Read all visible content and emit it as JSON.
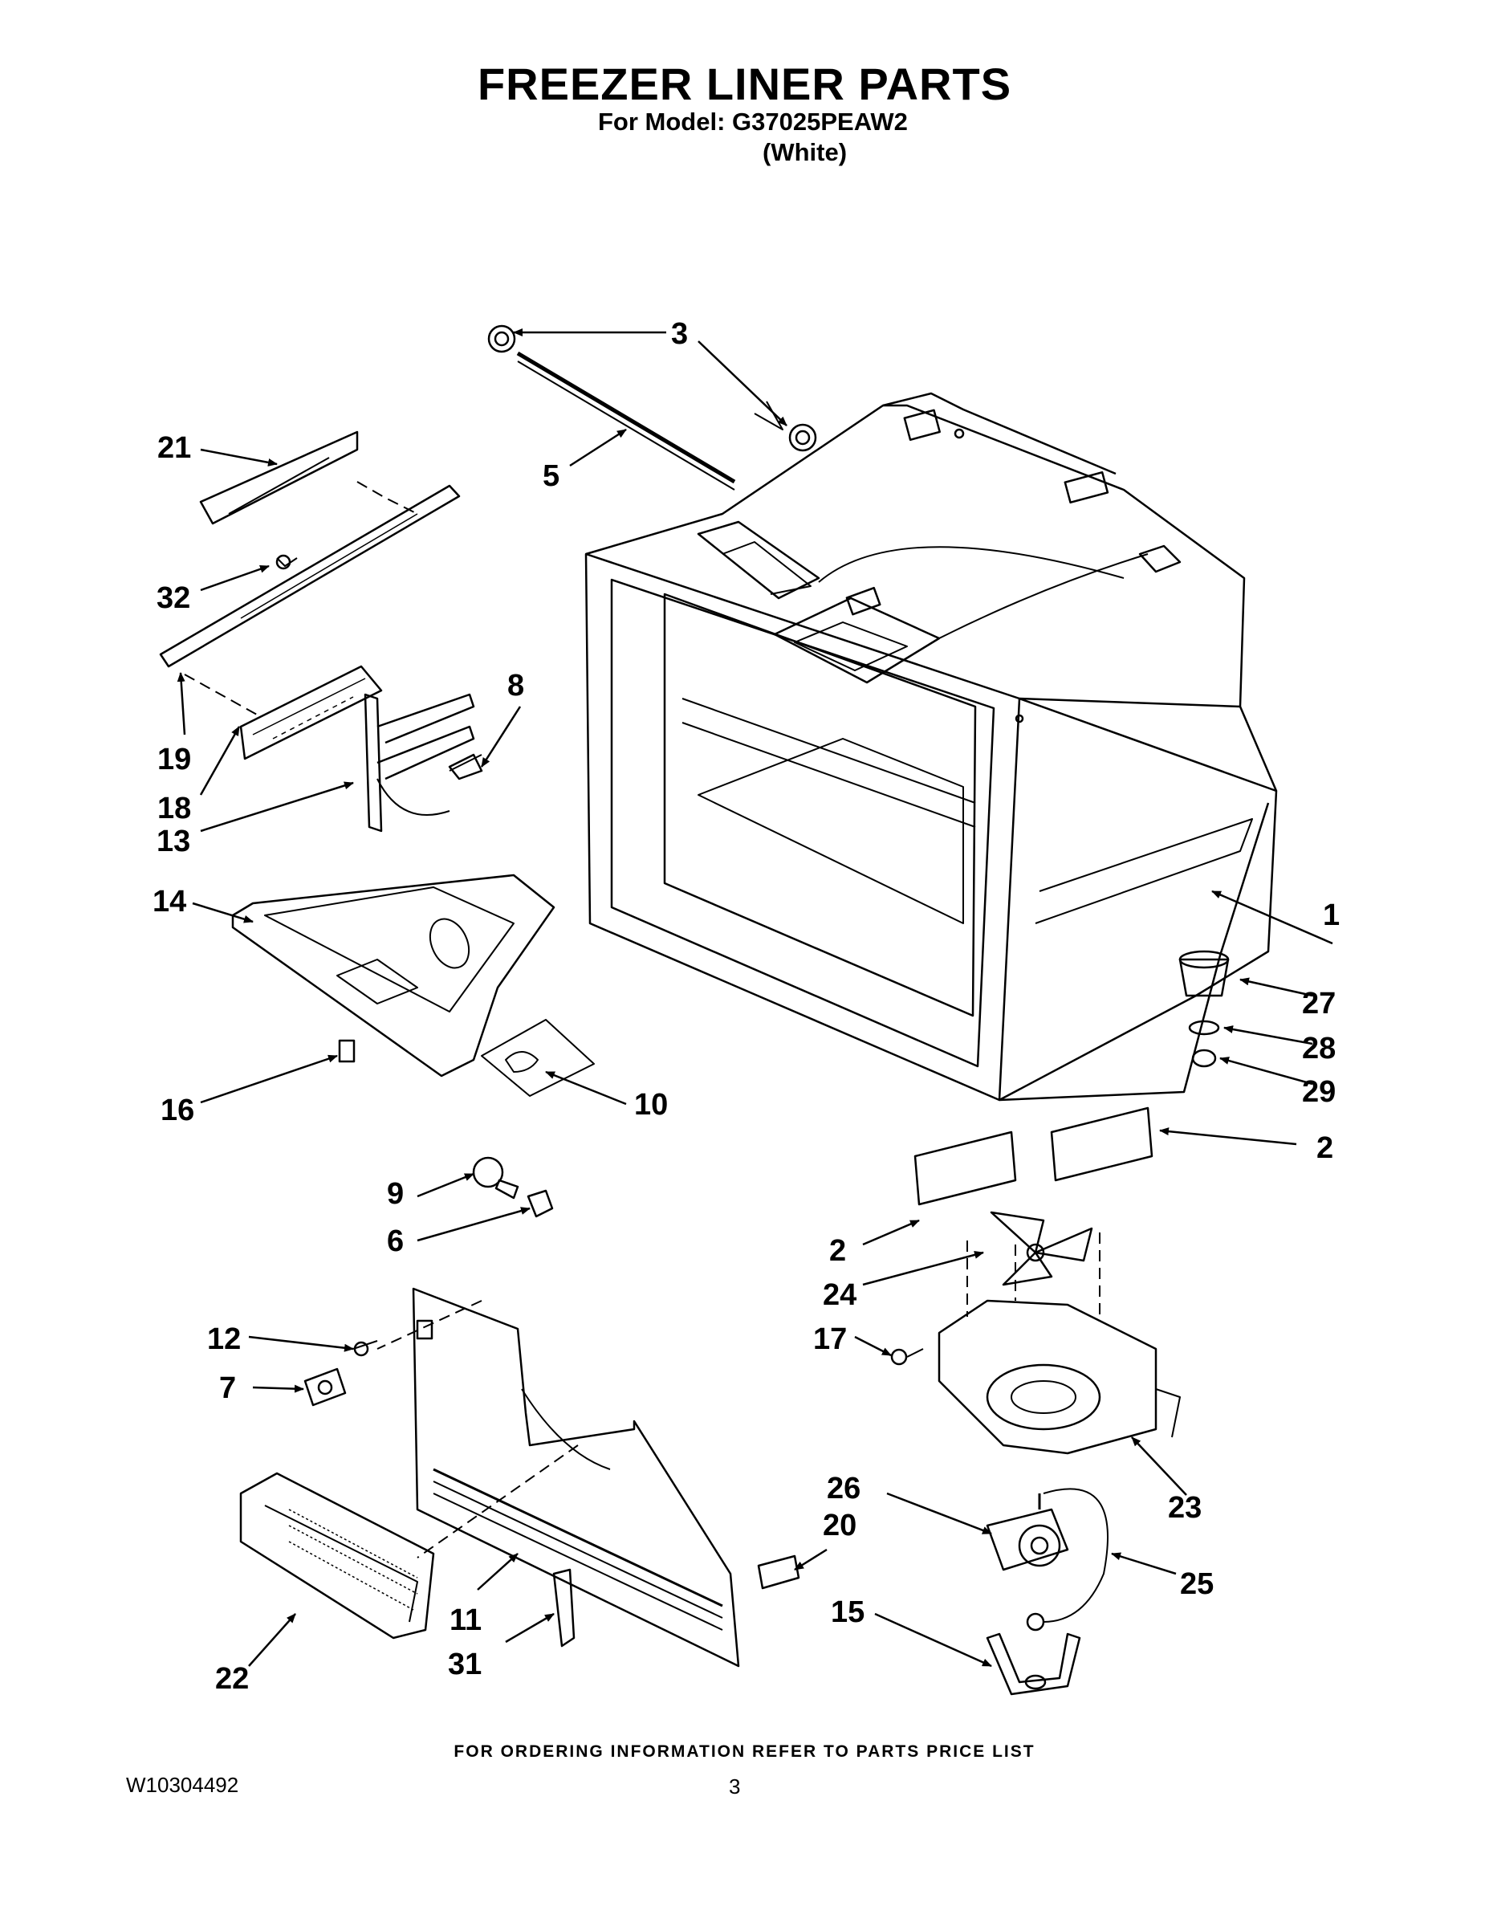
{
  "header": {
    "title": "FREEZER LINER PARTS",
    "model_line": "For Model: G37025PEAW2",
    "color_line": "(White)"
  },
  "callouts": [
    "1",
    "2",
    "2",
    "3",
    "5",
    "6",
    "7",
    "8",
    "9",
    "10",
    "11",
    "12",
    "13",
    "14",
    "15",
    "16",
    "17",
    "18",
    "19",
    "20",
    "21",
    "22",
    "23",
    "24",
    "25",
    "26",
    "27",
    "28",
    "29",
    "31",
    "32"
  ],
  "footer": {
    "ordering_note": "FOR ORDERING INFORMATION REFER TO PARTS PRICE LIST",
    "doc_number": "W10304492",
    "page_number": "3"
  }
}
